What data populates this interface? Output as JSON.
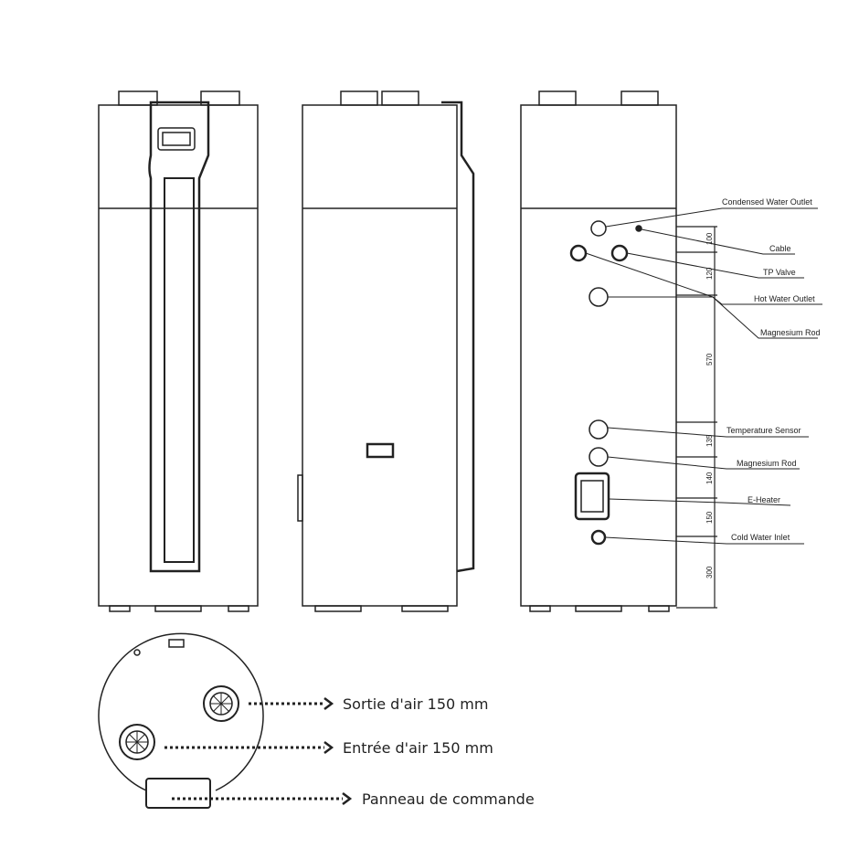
{
  "back_view_labels": [
    "Condensed Water Outlet",
    "Cable",
    "TP Valve",
    "Hot Water Outlet",
    "Magnesium Rod",
    "Temperature Sensor",
    "Magnesium Rod",
    "E-Heater",
    "Cold Water Inlet"
  ],
  "dimensions": [
    "100",
    "120",
    "570",
    "135",
    "140",
    "150",
    "300"
  ],
  "top_view_labels": [
    "Sortie  d'air 150 mm",
    "Entrée d'air 150 mm",
    "Panneau de commande"
  ]
}
